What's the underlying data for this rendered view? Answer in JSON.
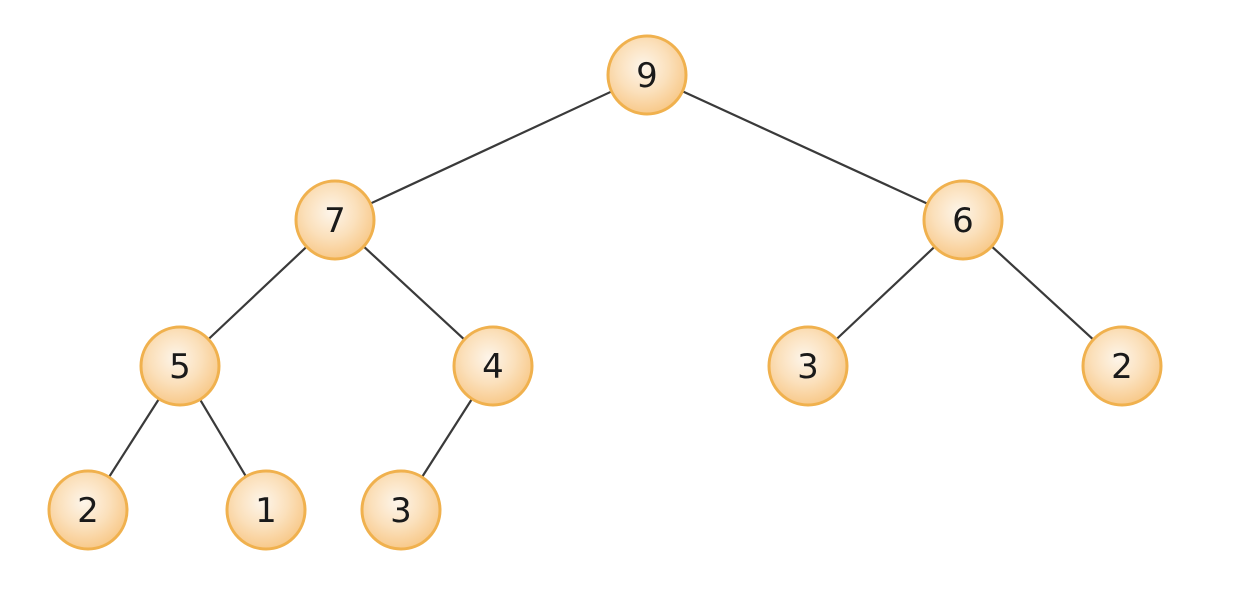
{
  "tree": {
    "nodes": [
      {
        "id": "n9",
        "value": "9",
        "parent": null
      },
      {
        "id": "n7",
        "value": "7",
        "parent": "n9"
      },
      {
        "id": "n6",
        "value": "6",
        "parent": "n9"
      },
      {
        "id": "n5",
        "value": "5",
        "parent": "n7"
      },
      {
        "id": "n4",
        "value": "4",
        "parent": "n7"
      },
      {
        "id": "n3a",
        "value": "3",
        "parent": "n6"
      },
      {
        "id": "n2a",
        "value": "2",
        "parent": "n6"
      },
      {
        "id": "n2b",
        "value": "2",
        "parent": "n5"
      },
      {
        "id": "n1",
        "value": "1",
        "parent": "n5"
      },
      {
        "id": "n3b",
        "value": "3",
        "parent": "n4"
      }
    ]
  },
  "colors": {
    "node_fill_center": "#fdf5ea",
    "node_fill_edge": "#f8c98a",
    "node_border": "#f0b14e",
    "edge": "#3a3a3a",
    "label": "#1a1a1a"
  }
}
